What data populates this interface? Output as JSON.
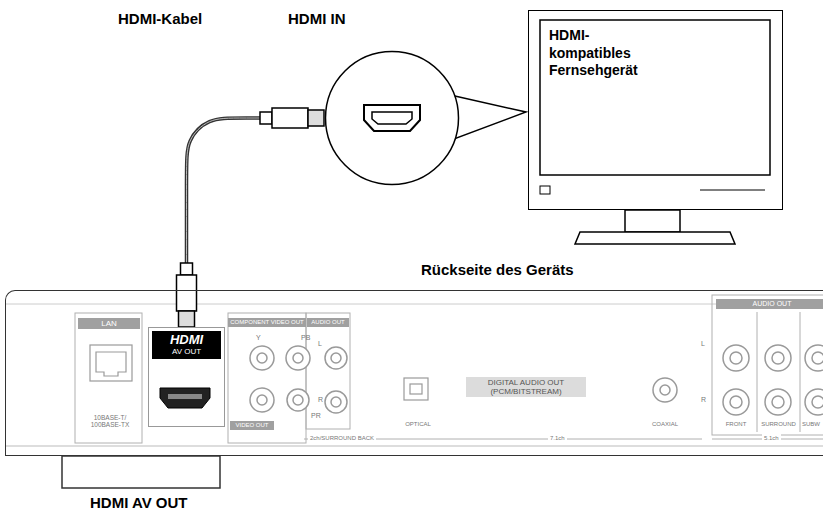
{
  "diagram": {
    "nodes": [
      {
        "text": [
          "HDMI IN"
        ]
      },
      {
        "text": [
          "HDMI- kompatibles Fernsehgerät"
        ]
      },
      {
        "text": [
          "Rückseite des Geräts"
        ]
      },
      {
        "text": [
          "HDMI",
          "AV OUT"
        ],
        "in": 2
      }
    ],
    "edges": [
      {
        "from": 3,
        "to": 0,
        "arrow": "none"
      }
    ],
    "labels": [
      "HDMI-Kabel",
      "LAN",
      "10BASE-T/ 100BASE-TX",
      "COMPONENT VIDEO OUT",
      "Y",
      "PB",
      "PR",
      "VIDEO OUT",
      "AUDIO OUT",
      "L",
      "R",
      "2ch/SURROUND BACK",
      "OPTICAL",
      "DIGITAL AUDIO OUT (PCM/BITSTREAM)",
      "COAXIAL",
      "7.1ch",
      "AUDIO OUT",
      "L",
      "R",
      "FRONT",
      "SURROUND",
      "SUBW",
      "5.1ch",
      "HDMI AV OUT"
    ]
  }
}
